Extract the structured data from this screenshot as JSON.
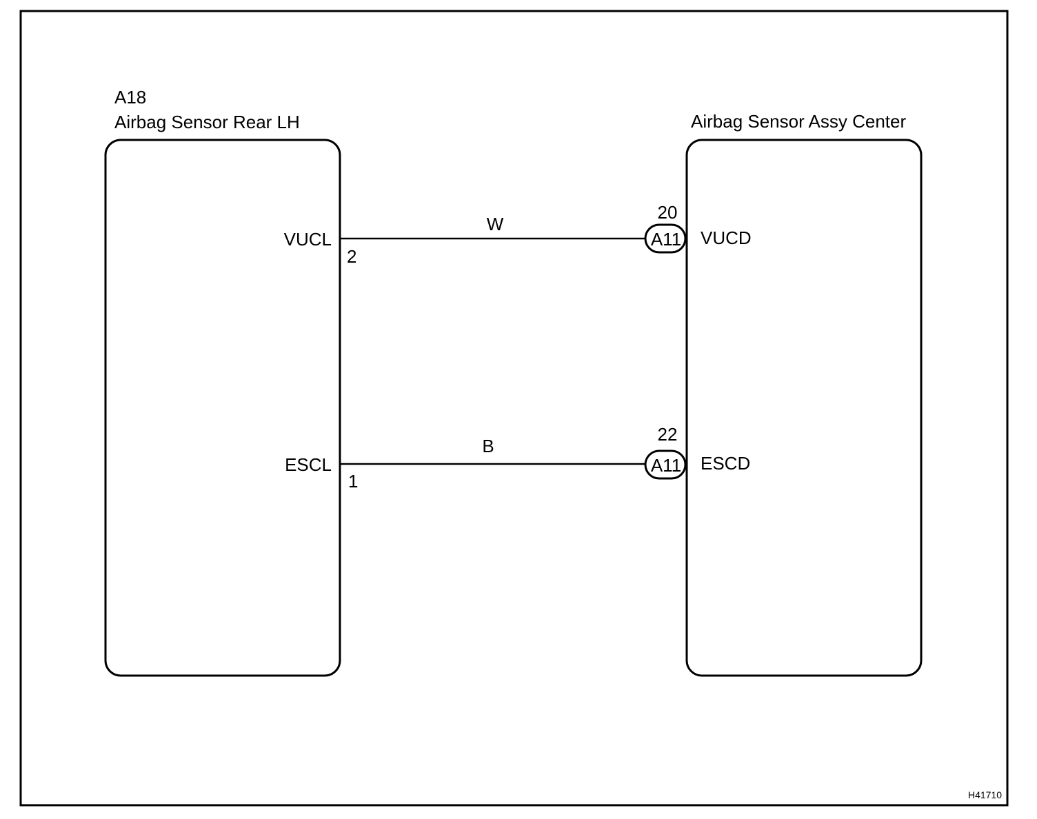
{
  "diagram": {
    "left_component": {
      "code": "A18",
      "name": "Airbag Sensor Rear LH"
    },
    "right_component": {
      "name": "Airbag Sensor Assy Center"
    },
    "wires": [
      {
        "color": "W",
        "left_terminal": "VUCL",
        "left_pin": "2",
        "connector": "A11",
        "right_pin": "20",
        "right_terminal": "VUCD"
      },
      {
        "color": "B",
        "left_terminal": "ESCL",
        "left_pin": "1",
        "connector": "A11",
        "right_pin": "22",
        "right_terminal": "ESCD"
      }
    ],
    "figure_code": "H41710"
  }
}
